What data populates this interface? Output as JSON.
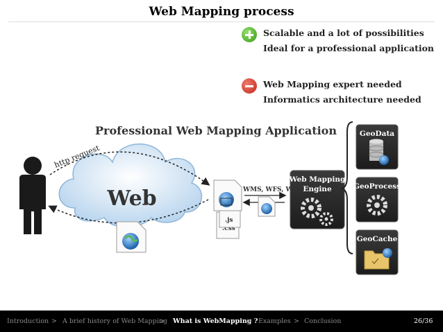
{
  "slide": {
    "title": "Web Mapping process",
    "pros": [
      "Scalable and a lot of possibilities",
      "Ideal for a professional application"
    ],
    "cons": [
      "Web Mapping expert needed",
      "Informatics architecture needed"
    ]
  },
  "diagram": {
    "heading": "Professional Web Mapping Application",
    "http_label": "http request",
    "cloud_label": "Web",
    "protocols": "WMS, WFS, WPS",
    "file_js": ".js",
    "file_css": ".css",
    "engine_label_1": "Web Mapping",
    "engine_label_2": "Engine",
    "services": [
      "GeoData",
      "GeoProcess",
      "GeoCache"
    ]
  },
  "footer": {
    "nav": [
      "Introduction",
      "A brief history of Web Mapping",
      "What is WebMapping ?",
      "Examples",
      "Conclusion"
    ],
    "separator": ">",
    "active_index": 2,
    "page": "26/36"
  },
  "colors": {
    "plus": "#3c9a1a",
    "minus": "#c0261a",
    "dark_box": "#2b2b2b",
    "cloud": "#d8e8f5",
    "footer_bg": "#000000"
  }
}
